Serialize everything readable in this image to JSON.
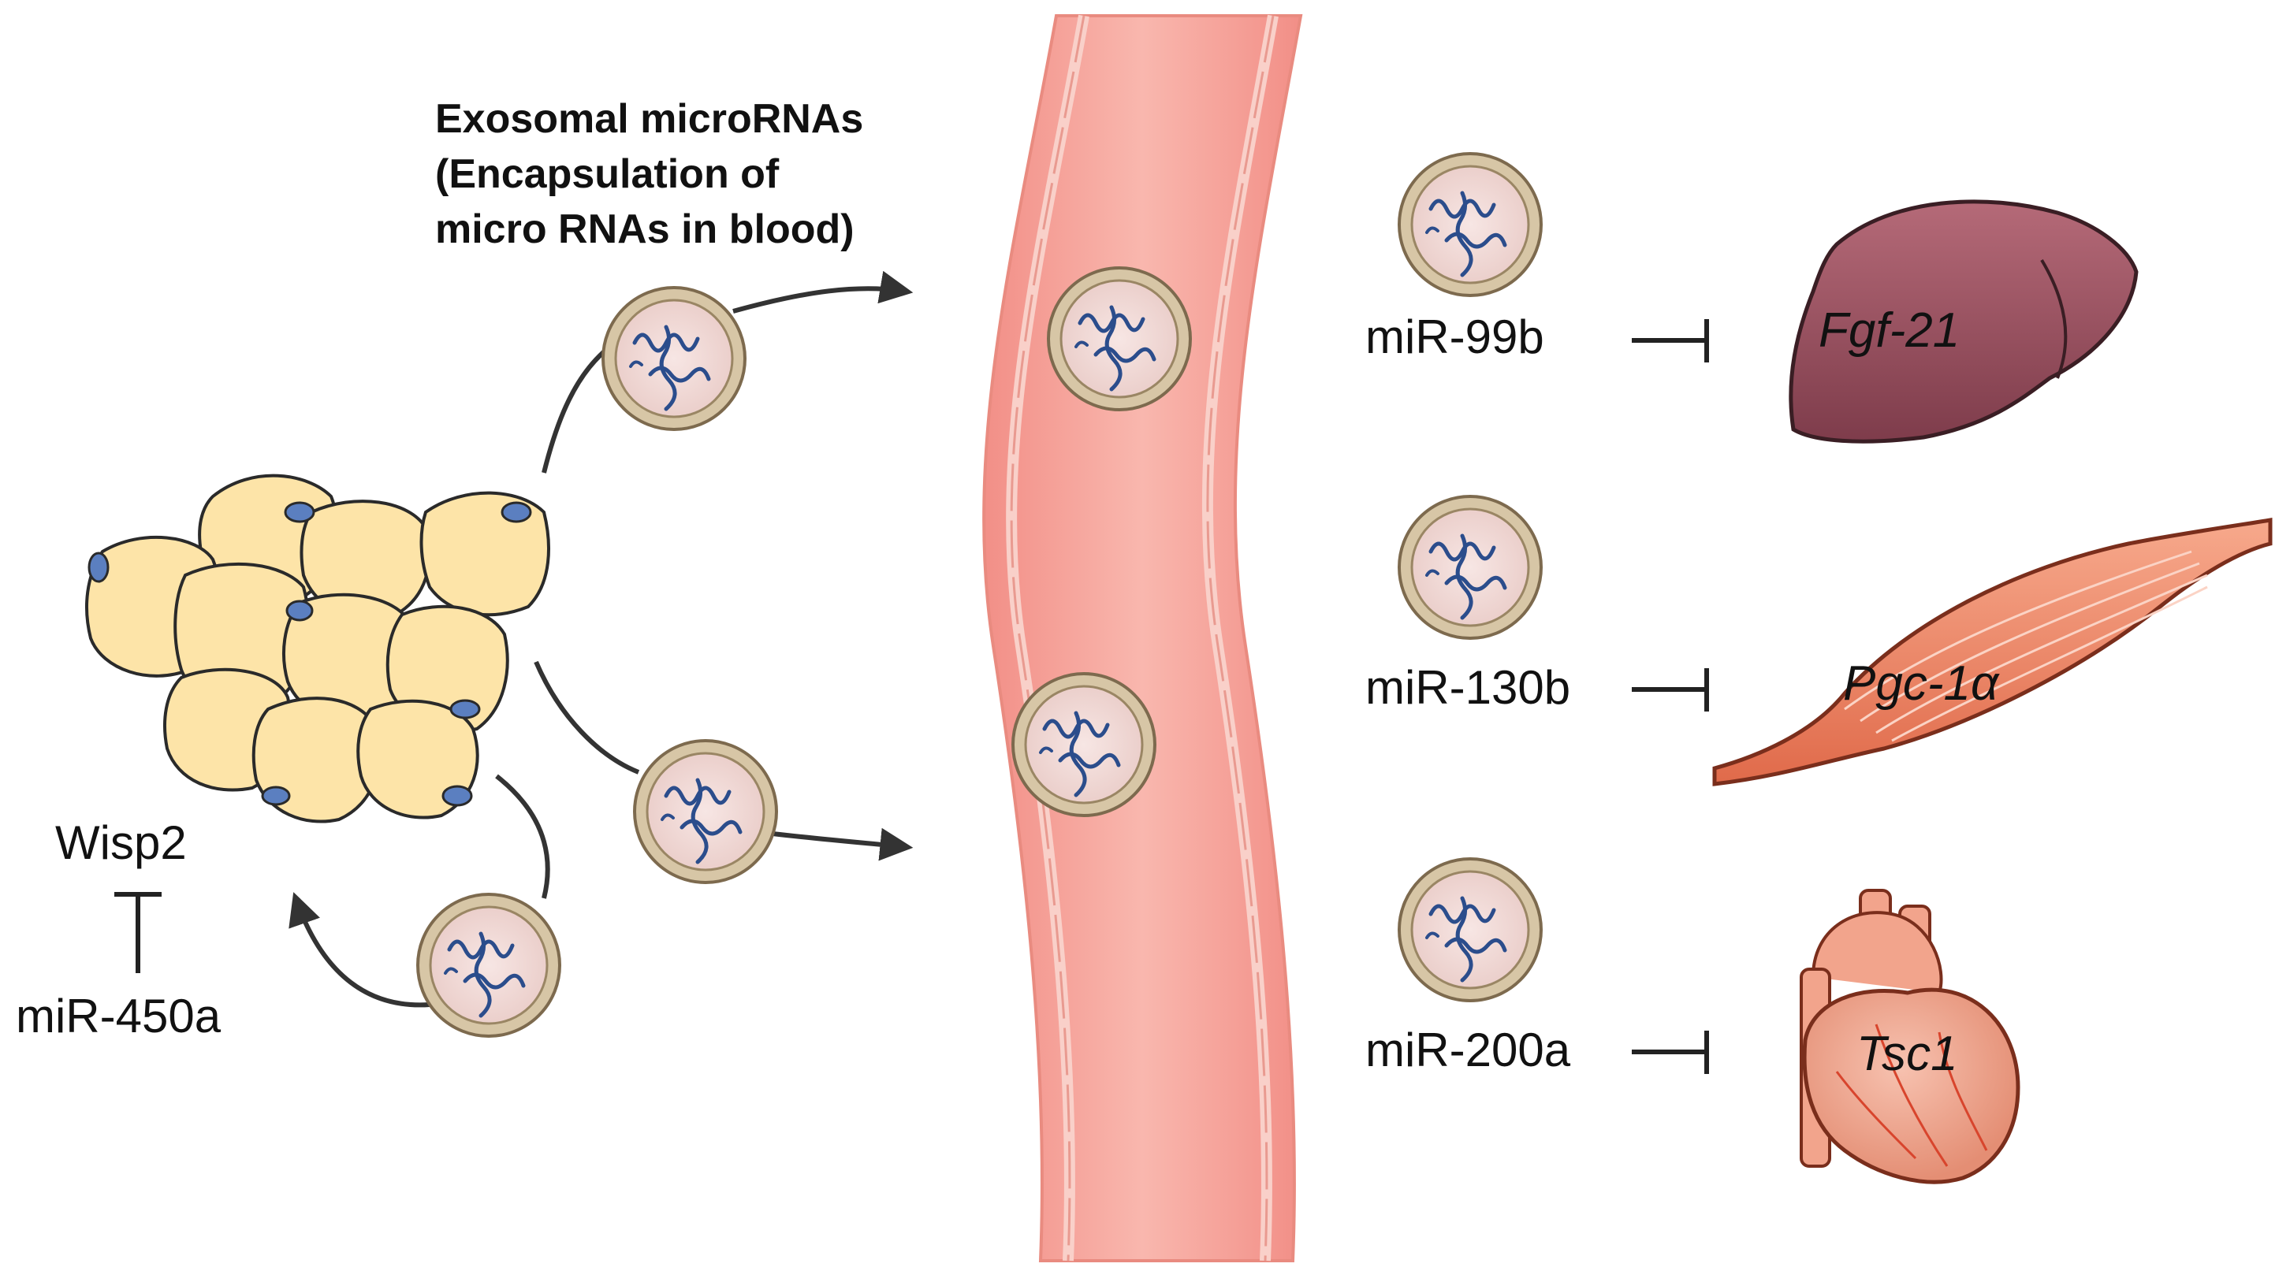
{
  "title_lines": [
    "Exosomal microRNAs",
    "(Encapsulation of",
    "micro RNAs in blood)"
  ],
  "adipose": {
    "target": "Wisp2",
    "mirna": "miR-450a"
  },
  "targets": [
    {
      "mirna": "miR-99b",
      "gene": "Fgf-21",
      "organ": "liver"
    },
    {
      "mirna": "miR-130b",
      "gene": "Pgc-1α",
      "organ": "muscle"
    },
    {
      "mirna": "miR-200a",
      "gene": "Tsc1",
      "organ": "heart"
    }
  ],
  "colors": {
    "adipocyte_fill": "#fde4a8",
    "adipocyte_nucleus": "#5b7fc0",
    "vessel_fill": "#f6a9a1",
    "vessel_wall": "#f4b7ae",
    "exosome_ring": "#c8b79a",
    "exosome_fill": "#f3dedb",
    "rna_strand": "#2b4d8c",
    "liver_fill": "#9a4f5f",
    "muscle_fill": "#f08a6a",
    "heart_fill": "#f2a48c"
  }
}
